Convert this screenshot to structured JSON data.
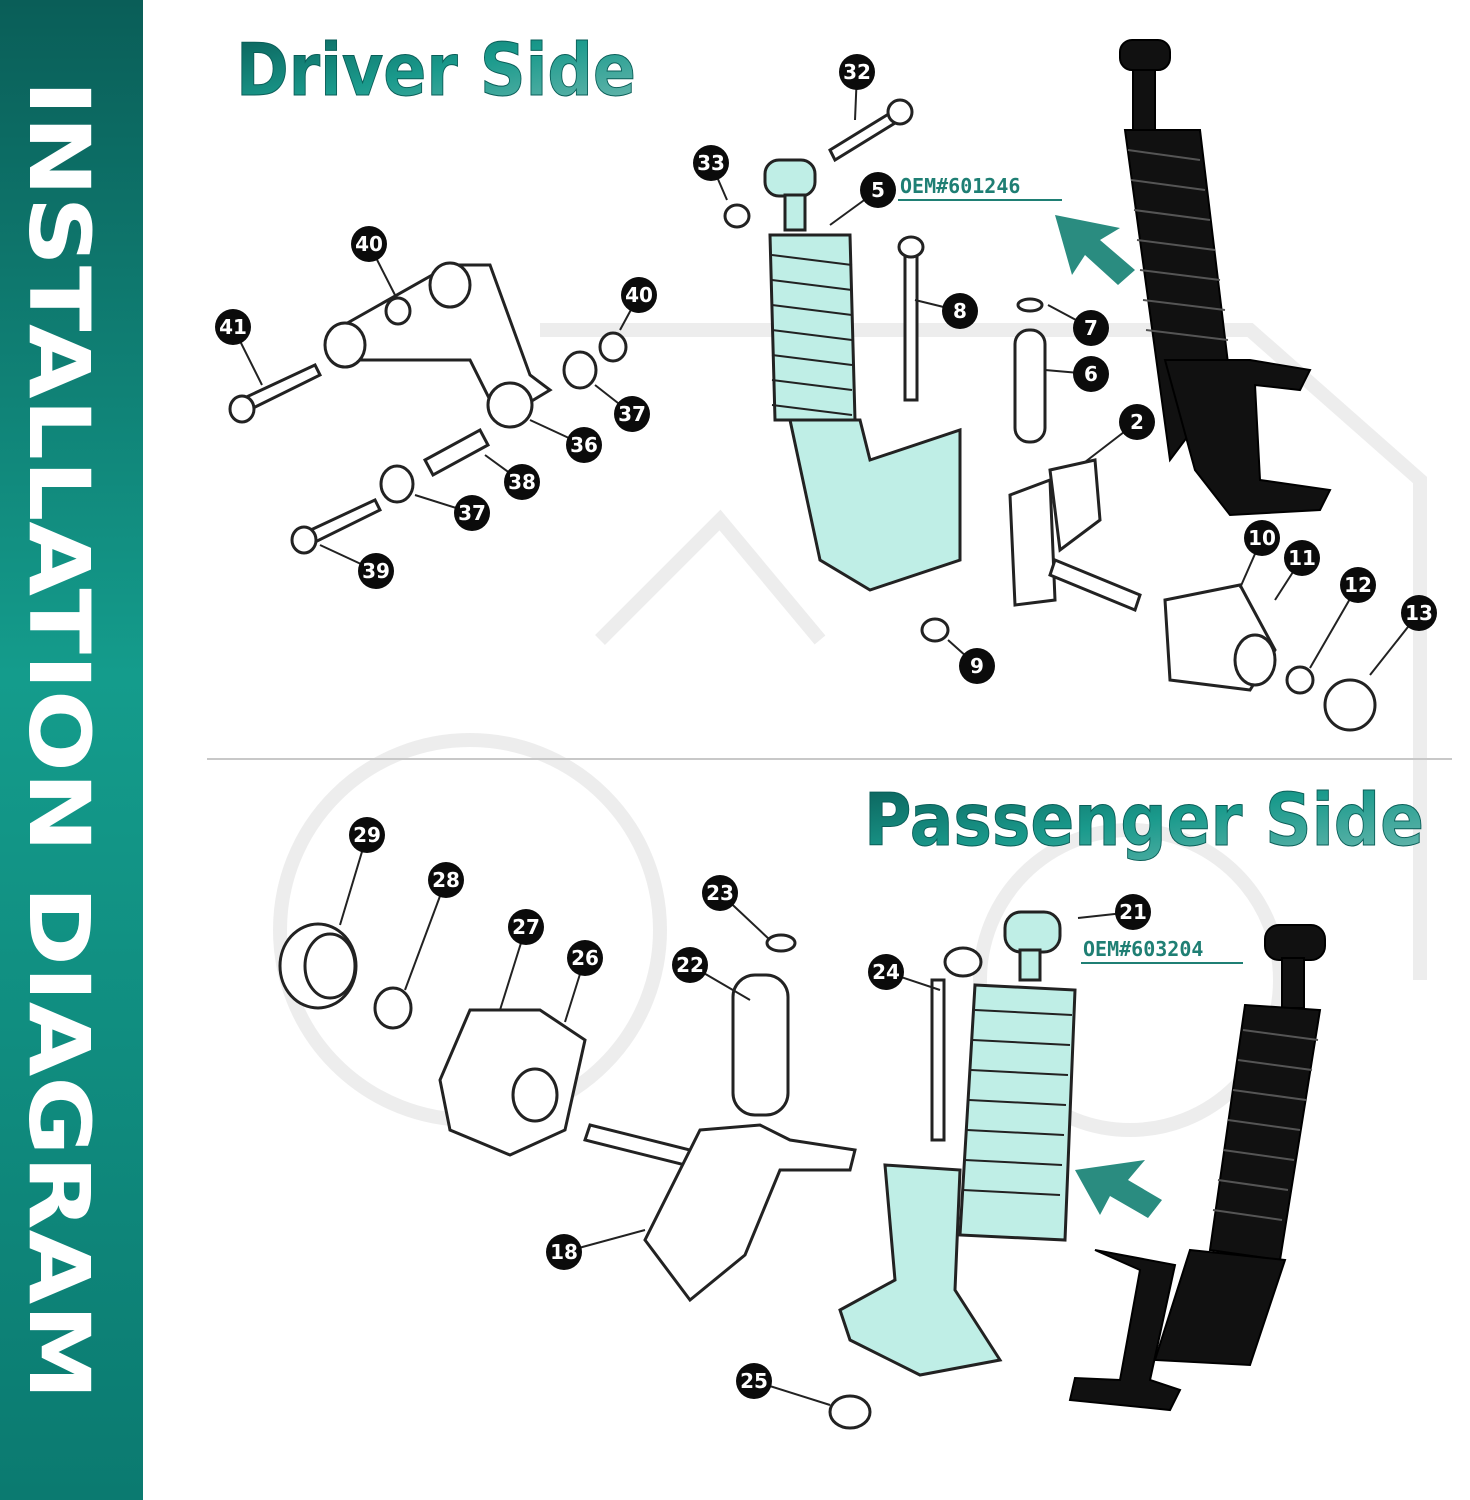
{
  "sidebar": {
    "label": "INSTALLATION DIAGRAM"
  },
  "driver": {
    "title": "Driver Side",
    "oem": "OEM#601246",
    "callouts": [
      "32",
      "33",
      "5",
      "40",
      "41",
      "40",
      "8",
      "7",
      "6",
      "37",
      "36",
      "2",
      "38",
      "37",
      "39",
      "10",
      "11",
      "12",
      "13",
      "9"
    ]
  },
  "passenger": {
    "title": "Passenger Side",
    "oem": "OEM#603204",
    "callouts": [
      "29",
      "28",
      "23",
      "21",
      "27",
      "26",
      "22",
      "24",
      "18",
      "25"
    ]
  },
  "colors": {
    "teal": "#138c7f",
    "dark_teal": "#0a5e58",
    "highlight": "#bfeee6",
    "shock_black": "#111111"
  },
  "icons": [
    "arrow-icon",
    "shock-absorber-icon",
    "a-arm-icon",
    "spindle-icon",
    "hub-icon"
  ]
}
